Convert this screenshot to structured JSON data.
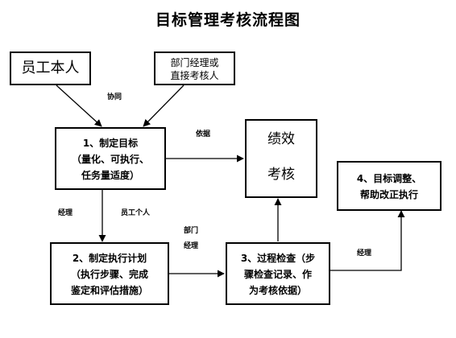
{
  "title": "目标管理考核流程图",
  "boxes": {
    "employee": "员工本人",
    "manager": "部门经理或\n直接考核人",
    "step1": "1、制定目标\n（量化、可执行、\n任务量适度）",
    "performance": "绩效\n\n考核",
    "step4": "4、目标调整、\n帮助改正执行",
    "step2": "2、制定执行计划\n（执行步骤、完成\n鉴定和评估措施）",
    "step3": "3、过程检查（步\n骤检查记录、作\n为考核依据）"
  },
  "labels": {
    "assist": "协同",
    "basis": "依据",
    "manager_left": "经理",
    "employee_self": "员工个人",
    "department_manager": "部门\n经理",
    "manager_right": "经理"
  }
}
